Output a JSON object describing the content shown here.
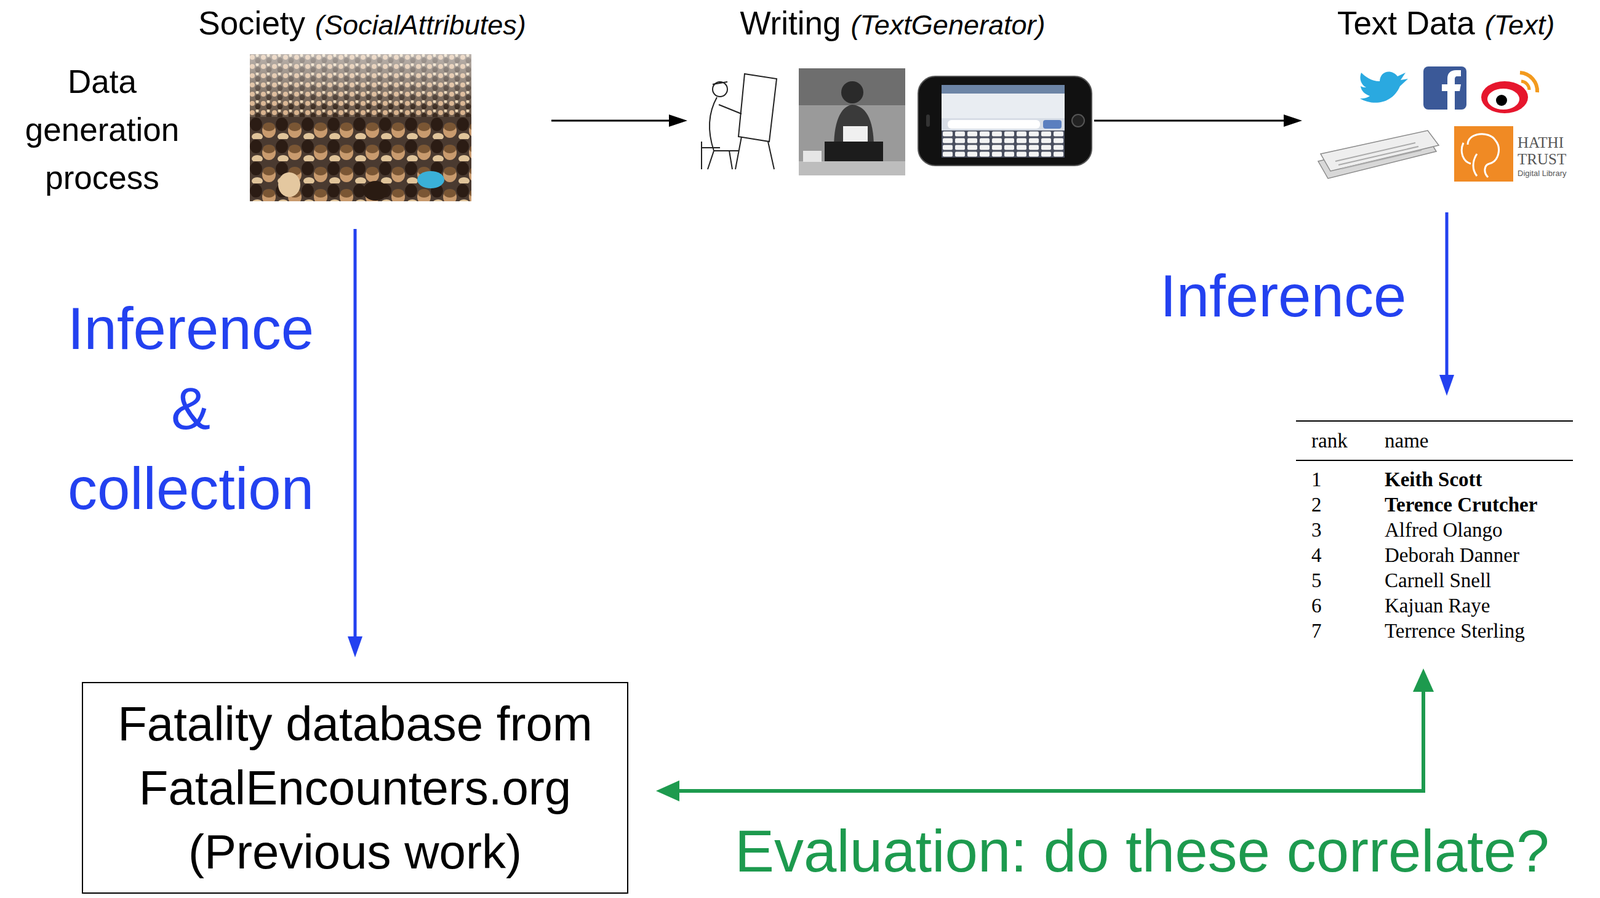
{
  "diagram": {
    "nodes": [
      {
        "text": [
          "Society",
          "(SocialAttributes)"
        ]
      },
      {
        "text": [
          "Writing",
          "(TextGenerator)"
        ]
      },
      {
        "text": [
          "Text Data",
          "(Text)"
        ]
      },
      {
        "text": [
          "rank",
          "name",
          "1",
          "Keith Scott",
          "2",
          "Terence Crutcher",
          "3",
          "Alfred Olango",
          "4",
          "Deborah Danner",
          "5",
          "Carnell Snell",
          "6",
          "Kajuan Raye",
          "7",
          "Terrence Sterling"
        ]
      },
      {
        "text": [
          "Fatality database from FatalEncounters.org (Previous work)"
        ]
      }
    ],
    "edges": [
      {
        "from": 0,
        "to": 1,
        "arrow": "to"
      },
      {
        "from": 1,
        "to": 2,
        "arrow": "to"
      },
      {
        "from": 0,
        "to": 4,
        "label": "Inference & collection",
        "arrow": "to"
      },
      {
        "from": 2,
        "to": 3,
        "label": "Inference",
        "arrow": "to"
      },
      {
        "from": 3,
        "to": 4,
        "label": "Evaluation: do these correlate?",
        "arrow": "both"
      }
    ],
    "labels": [
      "Data generation process",
      "HATHI TRUST",
      "Digital Library"
    ]
  }
}
